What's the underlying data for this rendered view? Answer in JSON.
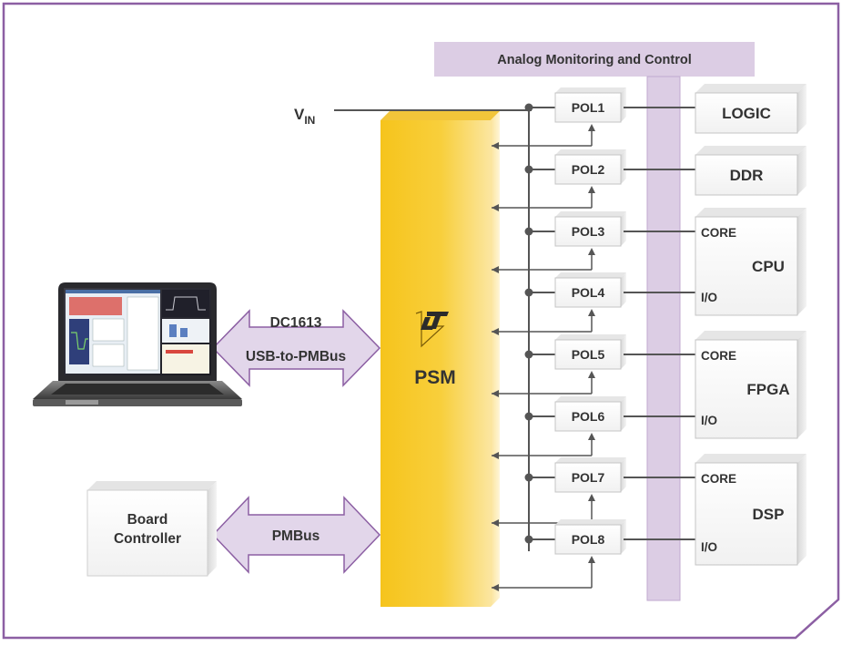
{
  "analog": {
    "label": "Analog Monitoring and Control"
  },
  "vin": {
    "main": "V",
    "sub": "IN"
  },
  "psm": {
    "label": "PSM"
  },
  "logo": {
    "name": "lt-logo-icon"
  },
  "dongle": {
    "line1": "DC1613",
    "line2": "USB-to-PMBus"
  },
  "pmbus": {
    "label": "PMBus"
  },
  "board": {
    "line1": "Board",
    "line2": "Controller"
  },
  "pols": [
    "POL1",
    "POL2",
    "POL3",
    "POL4",
    "POL5",
    "POL6",
    "POL7",
    "POL8"
  ],
  "loads": {
    "logic": "LOGIC",
    "ddr": "DDR",
    "cpu": {
      "name": "CPU",
      "core": "CORE",
      "io": "I/O"
    },
    "fpga": {
      "name": "FPGA",
      "core": "CORE",
      "io": "I/O"
    },
    "dsp": {
      "name": "DSP",
      "core": "CORE",
      "io": "I/O"
    }
  },
  "colors": {
    "frame": "#8c5fa3",
    "analog_bar": "#dccde4",
    "psm_yellow": "#f7c928",
    "arrow_lavender": "#e2d6ea",
    "wire": "#555555"
  }
}
